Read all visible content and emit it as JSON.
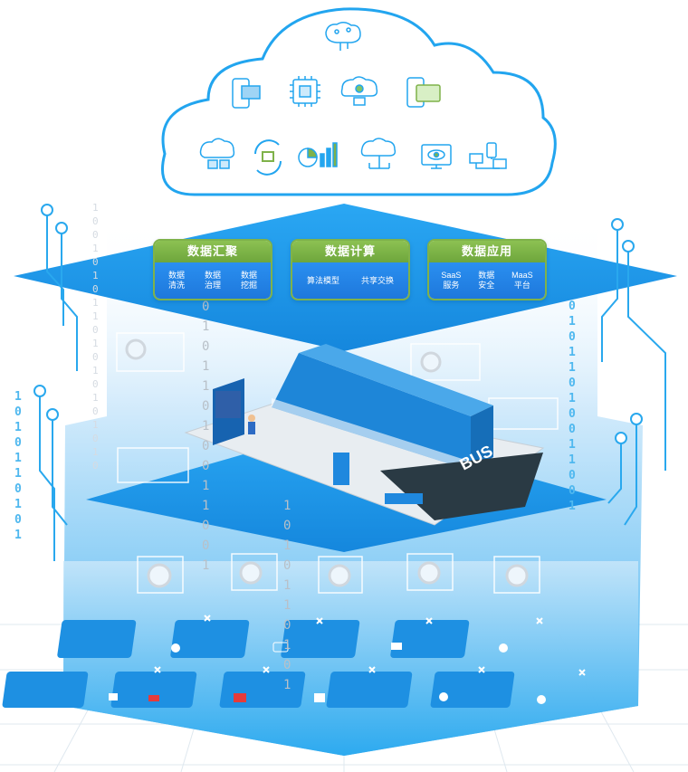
{
  "cards": [
    {
      "title": "数据汇聚",
      "items": [
        "数据\n清洗",
        "数据\n治理",
        "数据\n挖掘"
      ]
    },
    {
      "title": "数据计算",
      "items": [
        "算法模型",
        "共享交换"
      ]
    },
    {
      "title": "数据应用",
      "items": [
        "SaaS\n服务",
        "数据\n安全",
        "MaaS\n平台"
      ]
    }
  ],
  "bus_lane_text": "BUS",
  "cloud_icons": [
    "brain-icon",
    "mobile-screen-icon",
    "chip-icon",
    "cloud-robot-icon",
    "card-icon",
    "cloud-puzzle-icon",
    "sync-icon",
    "analytics-chart-icon",
    "cloud-network-icon",
    "monitor-eye-icon",
    "device-network-icon"
  ],
  "binary_column_a": "1\n0\n0\n1\n0\n1\n0\n1\n1\n0\n1\n0\n1\n0\n1\n0\n1\n0\n1\n0",
  "binary_column_b": "0\n1\n0\n1\n1\n0\n1\n0\n0\n1\n1\n0\n0\n1",
  "binary_column_c": "1\n0\n1\n0\n1\n1\n0\n1\n0\n1",
  "colors": {
    "accent": "#1f9ff0",
    "card_head": "#7fb24a",
    "card_body": "#1e78dc",
    "circuit": "#29a8ee"
  }
}
